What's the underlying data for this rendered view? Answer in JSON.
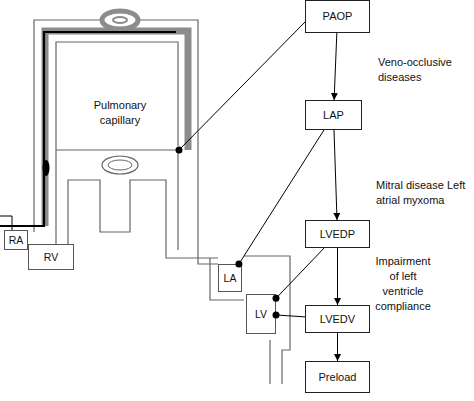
{
  "diagram": {
    "nodes": [
      {
        "text": [
          "PAOP"
        ]
      },
      {
        "text": [
          "LAP"
        ]
      },
      {
        "text": [
          "RA"
        ]
      },
      {
        "text": [
          "RV"
        ]
      },
      {
        "text": [
          "LA"
        ]
      },
      {
        "text": [
          "LVEDP"
        ]
      },
      {
        "text": [
          "LV"
        ]
      },
      {
        "text": [
          "LVEDV"
        ]
      },
      {
        "text": [
          "Preload"
        ]
      }
    ],
    "edges": [
      {
        "from": 0,
        "to": 1,
        "arrow": "to",
        "label": "Veno-occlusive diseases"
      },
      {
        "from": 1,
        "to": 5,
        "arrow": "to",
        "label": "Mitral disease Left atrial myxoma"
      },
      {
        "from": 5,
        "to": 7,
        "arrow": "to",
        "label": "Impairment of left ventricle compliance"
      },
      {
        "from": 7,
        "to": 8,
        "arrow": "to"
      },
      {
        "from": 1,
        "to": 4,
        "arrow": "none"
      },
      {
        "from": 5,
        "to": 6,
        "arrow": "none"
      },
      {
        "from": 7,
        "to": 6,
        "arrow": "none"
      }
    ],
    "labels": [
      "Pulmonary capillary"
    ]
  }
}
